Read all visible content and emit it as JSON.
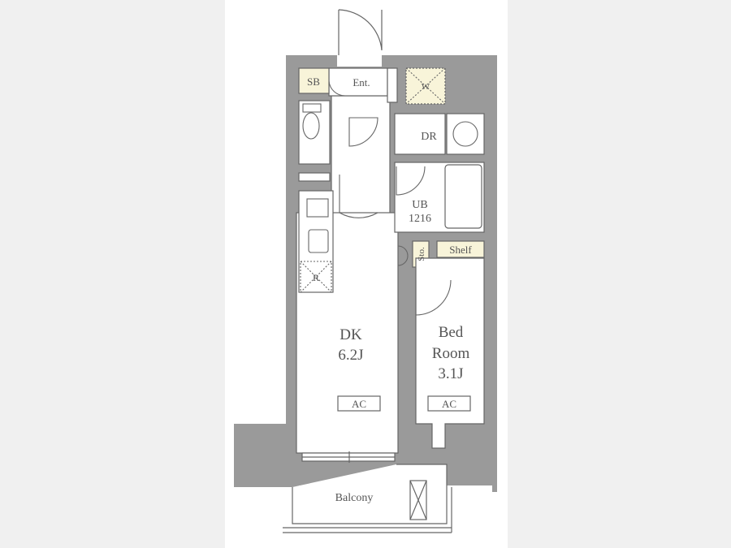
{
  "colors": {
    "wall": "#9a9a9a",
    "storage": "#f8f4d9",
    "line": "#666666",
    "background": "#f0f0f0"
  },
  "rooms": {
    "sb": "SB",
    "entrance": "Ent.",
    "washer_space": "W",
    "dressing": "DR",
    "bath": "UB",
    "bath_size": "1216",
    "storage": "Sto.",
    "shelf": "Shelf",
    "fridge": "R",
    "dk": "DK",
    "dk_size": "6.2J",
    "bedroom_line1": "Bed",
    "bedroom_line2": "Room",
    "bedroom_size": "3.1J",
    "ac_dk": "AC",
    "ac_bedroom": "AC",
    "balcony": "Balcony"
  }
}
